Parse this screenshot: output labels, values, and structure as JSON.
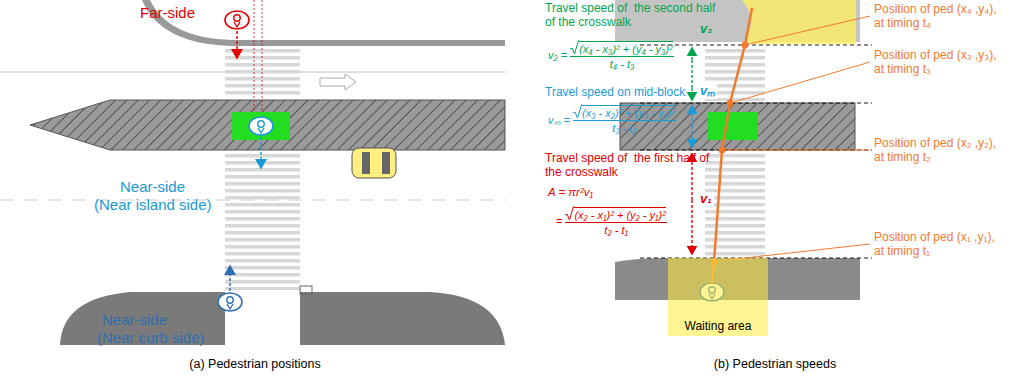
{
  "diagram": {
    "nodes": [
      {
        "text": [
          "Waiting area"
        ]
      }
    ],
    "labels": [
      "Far-side",
      "Near-side",
      "(Near island side)",
      "Near-side",
      "(Near curb side)",
      "(a) Pedestrian positions",
      "Travel speed of  the second half of the crosswalk",
      "v₂",
      "v₂ =",
      "(x₄ - x₃)² + (y₄ - y₃)²",
      "t₄ - t₃",
      "Travel speed on mid-block",
      "vₘ",
      "vₘ =",
      "(x₃ - x₂)² + (y₃ - y₂)²",
      "t₃ - t₂",
      "Travel speed of  the first half of the crosswalk",
      "v₁",
      "A = πr²v₁",
      "=",
      "(x₂ - x₁)² + (y₂ - y₁)²",
      "t₂ - t₁",
      "Position of ped (x₄ ,y₄),",
      "at timing t₄",
      "Position of ped (x₃ ,y₃),",
      "at timing t₃",
      "Position of ped (x₂ ,y₂),",
      "at timing t₂",
      "Position of ped (x₁ ,y₁),",
      "at timing t₁",
      "(b) Pedestrian speeds"
    ]
  }
}
